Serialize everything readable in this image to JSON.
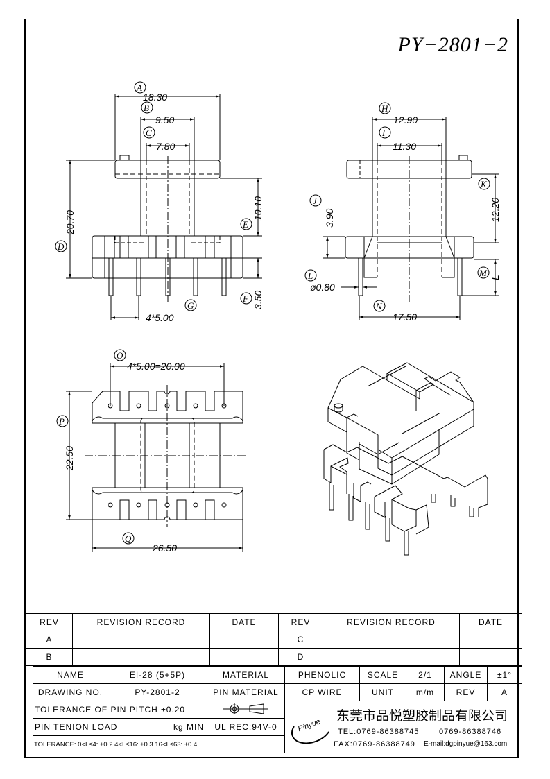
{
  "drawing_title": "PY−2801−2",
  "front_view": {
    "A": {
      "letter": "A",
      "value": "18.30"
    },
    "B": {
      "letter": "B",
      "value": "9.50"
    },
    "C": {
      "letter": "C",
      "value": "7.80"
    },
    "D": {
      "letter": "D",
      "value": "20.70"
    },
    "E": {
      "letter": "E",
      "value": "10.10"
    },
    "F": {
      "letter": "F",
      "value": "3.50"
    },
    "G": {
      "letter": "G",
      "value": "4*5.00"
    }
  },
  "side_view": {
    "H": {
      "letter": "H",
      "value": "12.90"
    },
    "I": {
      "letter": "I",
      "value": "11.30"
    },
    "J": {
      "letter": "J",
      "value": "3.90"
    },
    "K": {
      "letter": "K",
      "value": "12.20"
    },
    "L": {
      "letter": "L",
      "value": "ø0.80"
    },
    "M": {
      "letter": "M",
      "value": "L"
    },
    "N": {
      "letter": "N",
      "value": "17.50"
    }
  },
  "bottom_view": {
    "O": {
      "letter": "O",
      "value": "4*5.00=20.00"
    },
    "P": {
      "letter": "P",
      "value": "22.50"
    },
    "Q": {
      "letter": "Q",
      "value": "26.50"
    }
  },
  "revision_table": {
    "headers": [
      "REV",
      "REVISION RECORD",
      "DATE",
      "REV",
      "REVISION RECORD",
      "DATE"
    ],
    "rows": [
      [
        "A",
        "",
        "",
        "C",
        "",
        ""
      ],
      [
        "B",
        "",
        "",
        "D",
        "",
        ""
      ]
    ]
  },
  "info_table": {
    "name_label": "NAME",
    "name_value": "EI-28 (5+5P)",
    "material_label": "MATERIAL",
    "material_value": "PHENOLIC",
    "scale_label": "SCALE",
    "scale_value": "2/1",
    "angle_label": "ANGLE",
    "angle_value": "±1°",
    "drawing_no_label": "DRAWING NO.",
    "drawing_no_value": "PY-2801-2",
    "pin_material_label": "PIN MATERIAL",
    "pin_material_value": "CP WIRE",
    "unit_label": "UNIT",
    "unit_value": "m/m",
    "rev_label": "REV",
    "rev_value": "A",
    "pin_pitch_tolerance": "TOLERANCE OF PIN PITCH ±0.20",
    "pin_tension_label": "PIN TENION LOAD",
    "pin_tension_unit": "kg MIN",
    "ul_rec": "UL REC:94V-0",
    "tolerance": "TOLERANCE: 0<L≤4: ±0.2  4<L≤16: ±0.3  16<L≤63: ±0.4"
  },
  "company": {
    "logo_text": "Pinyue",
    "name": "东莞市品悦塑胶制品有限公司",
    "tel": "TEL:0769-86388745",
    "tel2": "0769-86388746",
    "fax": "FAX:0769-86388749",
    "email": "E-mail:dgpinyue@163.com"
  }
}
